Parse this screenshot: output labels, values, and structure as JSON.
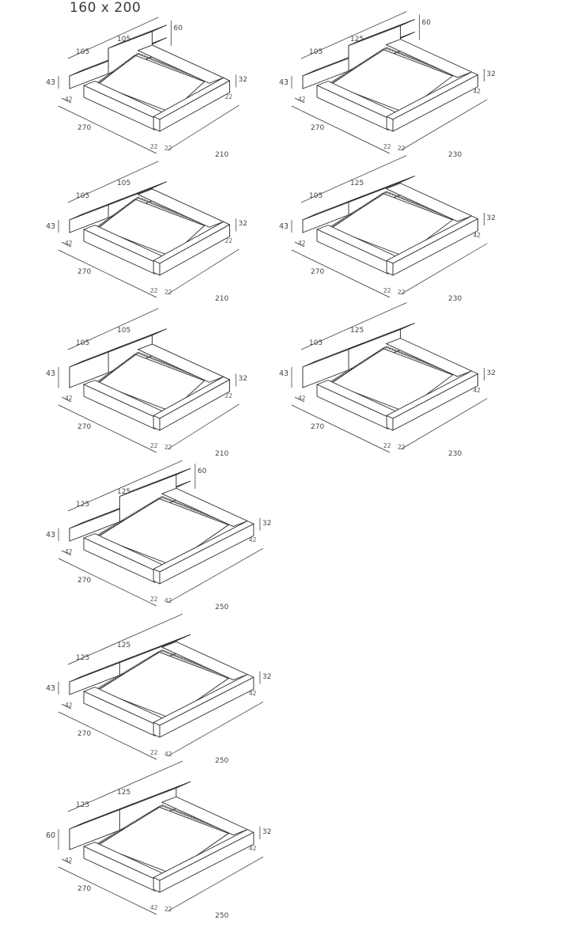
{
  "title": "160 x 200",
  "line_color": "#2b2b2b",
  "diagrams": [
    {
      "id": "d1",
      "head_left_w": "105",
      "head_right_w": "105",
      "head_h": "43",
      "raised_h": "60",
      "side": "42",
      "length": "270",
      "foot_gap": "22",
      "foot_inner": "22",
      "foot_right": "22",
      "width": "210",
      "frame_h": "32",
      "variant": "raised-right"
    },
    {
      "id": "d2",
      "head_left_w": "105",
      "head_right_w": "125",
      "head_h": "43",
      "raised_h": "60",
      "side": "42",
      "length": "270",
      "foot_gap": "22",
      "foot_inner": "22",
      "foot_right": "42",
      "width": "230",
      "frame_h": "32",
      "variant": "raised-right"
    },
    {
      "id": "d3",
      "head_left_w": "105",
      "head_right_w": "105",
      "head_h": "43",
      "side": "42",
      "length": "270",
      "foot_gap": "22",
      "foot_inner": "22",
      "foot_right": "22",
      "width": "210",
      "frame_h": "32",
      "variant": "flat-split"
    },
    {
      "id": "d4",
      "head_left_w": "105",
      "head_right_w": "125",
      "head_h": "43",
      "side": "42",
      "length": "270",
      "foot_gap": "22",
      "foot_inner": "22",
      "foot_right": "42",
      "width": "230",
      "frame_h": "32",
      "variant": "flat-split"
    },
    {
      "id": "d5",
      "head_left_w": "105",
      "head_right_w": "105",
      "head_h": "43",
      "side": "42",
      "length": "270",
      "foot_gap": "22",
      "foot_inner": "22",
      "foot_right": "22",
      "width": "210",
      "frame_h": "32",
      "variant": "tall-split"
    },
    {
      "id": "d6",
      "head_left_w": "105",
      "head_right_w": "125",
      "head_h": "43",
      "side": "42",
      "length": "270",
      "foot_gap": "22",
      "foot_inner": "22",
      "foot_right": "42",
      "width": "230",
      "frame_h": "32",
      "variant": "tall-split"
    },
    {
      "id": "d7",
      "head_left_w": "125",
      "head_right_w": "125",
      "head_h": "43",
      "raised_h": "60",
      "side": "42",
      "length": "270",
      "foot_gap": "22",
      "foot_inner": "42",
      "foot_right": "42",
      "width": "250",
      "frame_h": "32",
      "variant": "raised-right-wide"
    },
    {
      "id": "d8",
      "head_left_w": "125",
      "head_right_w": "125",
      "head_h": "43",
      "side": "42",
      "length": "270",
      "foot_gap": "22",
      "foot_inner": "42",
      "foot_right": "42",
      "width": "250",
      "frame_h": "32",
      "variant": "flat-split-wide"
    },
    {
      "id": "d9",
      "head_left_w": "125",
      "head_right_w": "125",
      "head_h": "60",
      "side": "42",
      "length": "270",
      "foot_gap": "42",
      "foot_inner": "22",
      "foot_right": "42",
      "width": "250",
      "frame_h": "32",
      "variant": "tall-split-wide"
    }
  ]
}
